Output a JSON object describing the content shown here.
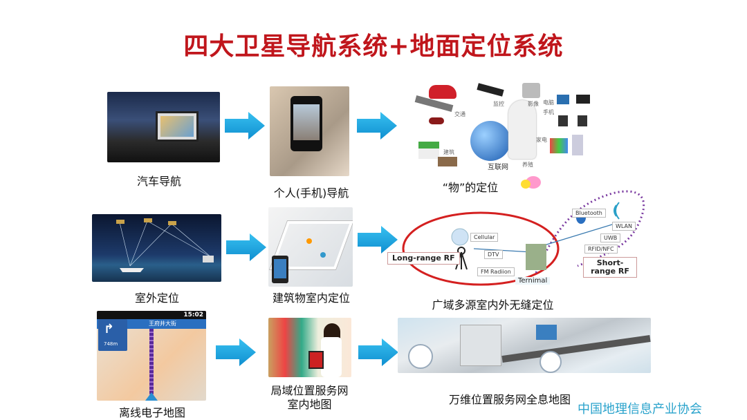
{
  "title": "四大卫星导航系统+地面定位系统",
  "rows": [
    {
      "items": [
        {
          "label": "汽车导航"
        },
        {
          "label": "个人(手机)导航"
        },
        {
          "label": "“物”的定位",
          "tags": [
            "交通",
            "监控",
            "影像",
            "电脑",
            "手机",
            "家电",
            "建筑",
            "养殖",
            "互联网"
          ]
        }
      ]
    },
    {
      "items": [
        {
          "label": "室外定位"
        },
        {
          "label": "建筑物室内定位"
        },
        {
          "label": "广域多源室内外无缝定位",
          "diagram": {
            "long_range": "Long-range RF",
            "short_range": "Short-range RF",
            "terminal": "Ternimal",
            "tags": [
              "Cellular",
              "DTV",
              "FM Radiion",
              "Bluetooth",
              "WLAN",
              "UWB",
              "RFID/NFC"
            ]
          }
        }
      ]
    },
    {
      "items": [
        {
          "label": "离线电子地图",
          "map": {
            "street": "王府井大街",
            "distance": "748m",
            "time": "15:02"
          }
        },
        {
          "label_lines": [
            "局域位置服务网",
            "室内地图"
          ]
        },
        {
          "label": "万维位置服务网全息地图"
        }
      ]
    }
  ],
  "footer": "中国地理信息产业协会",
  "colors": {
    "title": "#c0161c",
    "arrow": "#1aa3e0",
    "footer": "#2aa3cc"
  }
}
